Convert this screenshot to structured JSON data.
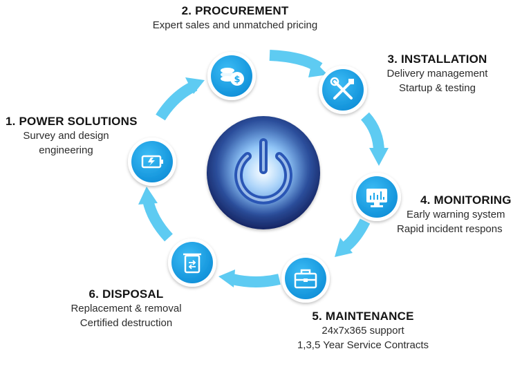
{
  "colors": {
    "arrow": "#5ecbf2",
    "node_fill": "#1aa7ec",
    "node_ring": "#ffffff",
    "power_dark": "#1b2f70",
    "power_light": "#6fa8e8",
    "power_glow": "#b9e4ff"
  },
  "steps": [
    {
      "title": "1. POWER SOLUTIONS",
      "lines": [
        "Survey and design",
        "engineering"
      ],
      "icon": "battery-icon"
    },
    {
      "title": "2. PROCUREMENT",
      "lines": [
        "Expert sales and unmatched pricing"
      ],
      "icon": "coins-dollar-icon"
    },
    {
      "title": "3. INSTALLATION",
      "lines": [
        "Delivery management",
        "Startup & testing"
      ],
      "icon": "wrench-screwdriver-icon"
    },
    {
      "title": "4. MONITORING",
      "lines": [
        "Early warning system",
        "Rapid incident respons"
      ],
      "icon": "monitor-chart-icon"
    },
    {
      "title": "5. MAINTENANCE",
      "lines": [
        "24x7x365 support",
        "1,3,5 Year Service Contracts"
      ],
      "icon": "toolbox-icon"
    },
    {
      "title": "6. DISPOSAL",
      "lines": [
        "Replacement & removal",
        "Certified destruction"
      ],
      "icon": "recycle-bin-icon"
    }
  ],
  "center_icon": "power-button-icon"
}
